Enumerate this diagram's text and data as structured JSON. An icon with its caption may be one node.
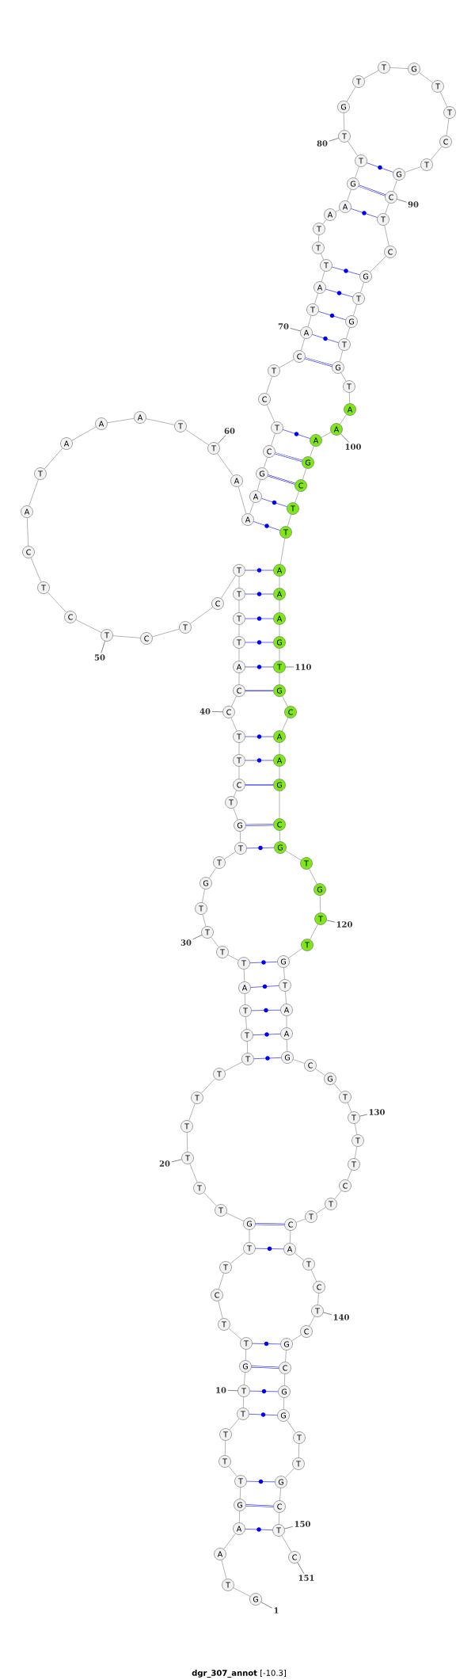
{
  "diagram": {
    "caption": "**dgr_307_annot** [-10.3]",
    "nodes": [
      {
        "text": [
          "G"
        ]
      },
      {
        "text": [
          "T"
        ]
      },
      {
        "text": [
          "A"
        ]
      },
      {
        "text": [
          "A"
        ]
      },
      {
        "text": [
          "G"
        ]
      },
      {
        "text": [
          "T"
        ]
      },
      {
        "text": [
          "T"
        ]
      },
      {
        "text": [
          "T"
        ]
      },
      {
        "text": [
          "T"
        ]
      },
      {
        "text": [
          "T"
        ]
      },
      {
        "text": [
          "G"
        ]
      },
      {
        "text": [
          "T"
        ]
      },
      {
        "text": [
          "T"
        ]
      },
      {
        "text": [
          "C"
        ]
      },
      {
        "text": [
          "T"
        ]
      },
      {
        "text": [
          "T"
        ]
      },
      {
        "text": [
          "G"
        ]
      },
      {
        "text": [
          "T"
        ]
      },
      {
        "text": [
          "T"
        ]
      },
      {
        "text": [
          "T"
        ]
      },
      {
        "text": [
          "T"
        ]
      },
      {
        "text": [
          "T"
        ]
      },
      {
        "text": [
          "T"
        ]
      },
      {
        "text": [
          "T"
        ]
      },
      {
        "text": [
          "T"
        ]
      },
      {
        "text": [
          "T"
        ]
      },
      {
        "text": [
          "A"
        ]
      },
      {
        "text": [
          "T"
        ]
      },
      {
        "text": [
          "T"
        ]
      },
      {
        "text": [
          "T"
        ]
      },
      {
        "text": [
          "T"
        ]
      },
      {
        "text": [
          "G"
        ]
      },
      {
        "text": [
          "T"
        ]
      },
      {
        "text": [
          "T"
        ]
      },
      {
        "text": [
          "G"
        ]
      },
      {
        "text": [
          "T"
        ]
      },
      {
        "text": [
          "C"
        ]
      },
      {
        "text": [
          "T"
        ]
      },
      {
        "text": [
          "T"
        ]
      },
      {
        "text": [
          "C"
        ]
      },
      {
        "text": [
          "C"
        ]
      },
      {
        "text": [
          "A"
        ]
      },
      {
        "text": [
          "T"
        ]
      },
      {
        "text": [
          "T"
        ]
      },
      {
        "text": [
          "T"
        ]
      },
      {
        "text": [
          "T"
        ]
      },
      {
        "text": [
          "C"
        ]
      },
      {
        "text": [
          "T"
        ]
      },
      {
        "text": [
          "C"
        ]
      },
      {
        "text": [
          "T"
        ]
      },
      {
        "text": [
          "C"
        ]
      },
      {
        "text": [
          "T"
        ]
      },
      {
        "text": [
          "C"
        ]
      },
      {
        "text": [
          "A"
        ]
      },
      {
        "text": [
          "T"
        ]
      },
      {
        "text": [
          "A"
        ]
      },
      {
        "text": [
          "A"
        ]
      },
      {
        "text": [
          "A"
        ]
      },
      {
        "text": [
          "T"
        ]
      },
      {
        "text": [
          "T"
        ]
      },
      {
        "text": [
          "A"
        ]
      },
      {
        "text": [
          "A"
        ]
      },
      {
        "text": [
          "A"
        ]
      },
      {
        "text": [
          "G"
        ]
      },
      {
        "text": [
          "C"
        ]
      },
      {
        "text": [
          "T"
        ]
      },
      {
        "text": [
          "C"
        ]
      },
      {
        "text": [
          "T"
        ]
      },
      {
        "text": [
          "C"
        ]
      },
      {
        "text": [
          "A"
        ]
      },
      {
        "text": [
          "T"
        ]
      },
      {
        "text": [
          "A"
        ]
      },
      {
        "text": [
          "T"
        ]
      },
      {
        "text": [
          "T"
        ]
      },
      {
        "text": [
          "T"
        ]
      },
      {
        "text": [
          "A"
        ]
      },
      {
        "text": [
          "A"
        ]
      },
      {
        "text": [
          "G"
        ]
      },
      {
        "text": [
          "T"
        ]
      },
      {
        "text": [
          "T"
        ]
      },
      {
        "text": [
          "G"
        ]
      },
      {
        "text": [
          "T"
        ]
      },
      {
        "text": [
          "T"
        ]
      },
      {
        "text": [
          "G"
        ]
      },
      {
        "text": [
          "T"
        ]
      },
      {
        "text": [
          "T"
        ]
      },
      {
        "text": [
          "C"
        ]
      },
      {
        "text": [
          "T"
        ]
      },
      {
        "text": [
          "G"
        ]
      },
      {
        "text": [
          "C"
        ]
      },
      {
        "text": [
          "T"
        ]
      },
      {
        "text": [
          "C"
        ]
      },
      {
        "text": [
          "G"
        ]
      },
      {
        "text": [
          "T"
        ]
      },
      {
        "text": [
          "G"
        ]
      },
      {
        "text": [
          "T"
        ]
      },
      {
        "text": [
          "G"
        ]
      },
      {
        "text": [
          "T"
        ]
      },
      {
        "text": [
          "A"
        ]
      },
      {
        "text": [
          "A"
        ]
      },
      {
        "text": [
          "A"
        ]
      },
      {
        "text": [
          "G"
        ]
      },
      {
        "text": [
          "C"
        ]
      },
      {
        "text": [
          "T"
        ]
      },
      {
        "text": [
          "T"
        ]
      },
      {
        "text": [
          "A"
        ]
      },
      {
        "text": [
          "A"
        ]
      },
      {
        "text": [
          "A"
        ]
      },
      {
        "text": [
          "G"
        ]
      },
      {
        "text": [
          "T"
        ]
      },
      {
        "text": [
          "G"
        ]
      },
      {
        "text": [
          "C"
        ]
      },
      {
        "text": [
          "A"
        ]
      },
      {
        "text": [
          "A"
        ]
      },
      {
        "text": [
          "G"
        ]
      },
      {
        "text": [
          "C"
        ]
      },
      {
        "text": [
          "G"
        ]
      },
      {
        "text": [
          "T"
        ]
      },
      {
        "text": [
          "G"
        ]
      },
      {
        "text": [
          "T"
        ]
      },
      {
        "text": [
          "T"
        ]
      },
      {
        "text": [
          "G"
        ]
      },
      {
        "text": [
          "T"
        ]
      },
      {
        "text": [
          "A"
        ]
      },
      {
        "text": [
          "A"
        ]
      },
      {
        "text": [
          "G"
        ]
      },
      {
        "text": [
          "C"
        ]
      },
      {
        "text": [
          "G"
        ]
      },
      {
        "text": [
          "T"
        ]
      },
      {
        "text": [
          "T"
        ]
      },
      {
        "text": [
          "T"
        ]
      },
      {
        "text": [
          "T"
        ]
      },
      {
        "text": [
          "C"
        ]
      },
      {
        "text": [
          "T"
        ]
      },
      {
        "text": [
          "T"
        ]
      },
      {
        "text": [
          "C"
        ]
      },
      {
        "text": [
          "A"
        ]
      },
      {
        "text": [
          "T"
        ]
      },
      {
        "text": [
          "C"
        ]
      },
      {
        "text": [
          "T"
        ]
      },
      {
        "text": [
          "C"
        ]
      },
      {
        "text": [
          "G"
        ]
      },
      {
        "text": [
          "C"
        ]
      },
      {
        "text": [
          "G"
        ]
      },
      {
        "text": [
          "G"
        ]
      },
      {
        "text": [
          "T"
        ]
      },
      {
        "text": [
          "T"
        ]
      },
      {
        "text": [
          "G"
        ]
      },
      {
        "text": [
          "C"
        ]
      },
      {
        "text": [
          "T"
        ]
      },
      {
        "text": [
          "C"
        ]
      },
      {
        "text": [
          "1"
        ]
      },
      {
        "text": [
          "10"
        ]
      },
      {
        "text": [
          "20"
        ]
      },
      {
        "text": [
          "30"
        ]
      },
      {
        "text": [
          "40"
        ]
      },
      {
        "text": [
          "50"
        ]
      },
      {
        "text": [
          "60"
        ]
      },
      {
        "text": [
          "70"
        ]
      },
      {
        "text": [
          "80"
        ]
      },
      {
        "text": [
          "90"
        ]
      },
      {
        "text": [
          "100"
        ]
      },
      {
        "text": [
          "110"
        ]
      },
      {
        "text": [
          "120"
        ]
      },
      {
        "text": [
          "130"
        ]
      },
      {
        "text": [
          "140"
        ]
      },
      {
        "text": [
          "150"
        ]
      },
      {
        "text": [
          "151"
        ]
      }
    ],
    "edges": [
      {
        "from": 0,
        "to": 1,
        "arrow": "none"
      },
      {
        "from": 1,
        "to": 2,
        "arrow": "none"
      },
      {
        "from": 2,
        "to": 3,
        "arrow": "none"
      },
      {
        "from": 3,
        "to": 4,
        "arrow": "none"
      },
      {
        "from": 4,
        "to": 5,
        "arrow": "none"
      },
      {
        "from": 5,
        "to": 6,
        "arrow": "none"
      },
      {
        "from": 6,
        "to": 7,
        "arrow": "none"
      },
      {
        "from": 7,
        "to": 8,
        "arrow": "none"
      },
      {
        "from": 8,
        "to": 9,
        "arrow": "none"
      },
      {
        "from": 9,
        "to": 10,
        "arrow": "none"
      },
      {
        "from": 10,
        "to": 11,
        "arrow": "none"
      },
      {
        "from": 11,
        "to": 12,
        "arrow": "none"
      },
      {
        "from": 12,
        "to": 13,
        "arrow": "none"
      },
      {
        "from": 13,
        "to": 14,
        "arrow": "none"
      },
      {
        "from": 14,
        "to": 15,
        "arrow": "none"
      },
      {
        "from": 15,
        "to": 16,
        "arrow": "none"
      },
      {
        "from": 16,
        "to": 17,
        "arrow": "none"
      },
      {
        "from": 17,
        "to": 18,
        "arrow": "none"
      },
      {
        "from": 18,
        "to": 19,
        "arrow": "none"
      },
      {
        "from": 19,
        "to": 20,
        "arrow": "none"
      },
      {
        "from": 20,
        "to": 21,
        "arrow": "none"
      },
      {
        "from": 21,
        "to": 22,
        "arrow": "none"
      },
      {
        "from": 22,
        "to": 23,
        "arrow": "none"
      },
      {
        "from": 23,
        "to": 24,
        "arrow": "none"
      },
      {
        "from": 24,
        "to": 25,
        "arrow": "none"
      },
      {
        "from": 25,
        "to": 26,
        "arrow": "none"
      },
      {
        "from": 26,
        "to": 27,
        "arrow": "none"
      },
      {
        "from": 27,
        "to": 28,
        "arrow": "none"
      },
      {
        "from": 28,
        "to": 29,
        "arrow": "none"
      },
      {
        "from": 29,
        "to": 30,
        "arrow": "none"
      },
      {
        "from": 30,
        "to": 31,
        "arrow": "none"
      },
      {
        "from": 31,
        "to": 32,
        "arrow": "none"
      },
      {
        "from": 32,
        "to": 33,
        "arrow": "none"
      },
      {
        "from": 33,
        "to": 34,
        "arrow": "none"
      },
      {
        "from": 34,
        "to": 35,
        "arrow": "none"
      },
      {
        "from": 35,
        "to": 36,
        "arrow": "none"
      },
      {
        "from": 36,
        "to": 37,
        "arrow": "none"
      },
      {
        "from": 37,
        "to": 38,
        "arrow": "none"
      },
      {
        "from": 38,
        "to": 39,
        "arrow": "none"
      },
      {
        "from": 39,
        "to": 40,
        "arrow": "none"
      },
      {
        "from": 40,
        "to": 41,
        "arrow": "none"
      },
      {
        "from": 41,
        "to": 42,
        "arrow": "none"
      },
      {
        "from": 42,
        "to": 43,
        "arrow": "none"
      },
      {
        "from": 43,
        "to": 44,
        "arrow": "none"
      },
      {
        "from": 44,
        "to": 45,
        "arrow": "none"
      },
      {
        "from": 45,
        "to": 46,
        "arrow": "none"
      },
      {
        "from": 46,
        "to": 47,
        "arrow": "none"
      },
      {
        "from": 47,
        "to": 48,
        "arrow": "none"
      },
      {
        "from": 48,
        "to": 49,
        "arrow": "none"
      },
      {
        "from": 49,
        "to": 50,
        "arrow": "none"
      },
      {
        "from": 50,
        "to": 51,
        "arrow": "none"
      },
      {
        "from": 51,
        "to": 52,
        "arrow": "none"
      },
      {
        "from": 52,
        "to": 53,
        "arrow": "none"
      },
      {
        "from": 53,
        "to": 54,
        "arrow": "none"
      },
      {
        "from": 54,
        "to": 55,
        "arrow": "none"
      },
      {
        "from": 55,
        "to": 56,
        "arrow": "none"
      },
      {
        "from": 56,
        "to": 57,
        "arrow": "none"
      },
      {
        "from": 57,
        "to": 58,
        "arrow": "none"
      },
      {
        "from": 58,
        "to": 59,
        "arrow": "none"
      },
      {
        "from": 59,
        "to": 60,
        "arrow": "none"
      },
      {
        "from": 60,
        "to": 61,
        "arrow": "none"
      },
      {
        "from": 61,
        "to": 62,
        "arrow": "none"
      },
      {
        "from": 62,
        "to": 63,
        "arrow": "none"
      },
      {
        "from": 63,
        "to": 64,
        "arrow": "none"
      },
      {
        "from": 64,
        "to": 65,
        "arrow": "none"
      },
      {
        "from": 65,
        "to": 66,
        "arrow": "none"
      },
      {
        "from": 66,
        "to": 67,
        "arrow": "none"
      },
      {
        "from": 67,
        "to": 68,
        "arrow": "none"
      },
      {
        "from": 68,
        "to": 69,
        "arrow": "none"
      },
      {
        "from": 69,
        "to": 70,
        "arrow": "none"
      },
      {
        "from": 70,
        "to": 71,
        "arrow": "none"
      },
      {
        "from": 71,
        "to": 72,
        "arrow": "none"
      },
      {
        "from": 72,
        "to": 73,
        "arrow": "none"
      },
      {
        "from": 73,
        "to": 74,
        "arrow": "none"
      },
      {
        "from": 74,
        "to": 75,
        "arrow": "none"
      },
      {
        "from": 75,
        "to": 76,
        "arrow": "none"
      },
      {
        "from": 76,
        "to": 77,
        "arrow": "none"
      },
      {
        "from": 77,
        "to": 78,
        "arrow": "none"
      },
      {
        "from": 78,
        "to": 79,
        "arrow": "none"
      },
      {
        "from": 79,
        "to": 80,
        "arrow": "none"
      },
      {
        "from": 80,
        "to": 81,
        "arrow": "none"
      },
      {
        "from": 81,
        "to": 82,
        "arrow": "none"
      },
      {
        "from": 82,
        "to": 83,
        "arrow": "none"
      },
      {
        "from": 83,
        "to": 84,
        "arrow": "none"
      },
      {
        "from": 84,
        "to": 85,
        "arrow": "none"
      },
      {
        "from": 85,
        "to": 86,
        "arrow": "none"
      },
      {
        "from": 86,
        "to": 87,
        "arrow": "none"
      },
      {
        "from": 87,
        "to": 88,
        "arrow": "none"
      },
      {
        "from": 88,
        "to": 89,
        "arrow": "none"
      },
      {
        "from": 89,
        "to": 90,
        "arrow": "none"
      },
      {
        "from": 90,
        "to": 91,
        "arrow": "none"
      },
      {
        "from": 91,
        "to": 92,
        "arrow": "none"
      },
      {
        "from": 92,
        "to": 93,
        "arrow": "none"
      },
      {
        "from": 93,
        "to": 94,
        "arrow": "none"
      },
      {
        "from": 94,
        "to": 95,
        "arrow": "none"
      },
      {
        "from": 95,
        "to": 96,
        "arrow": "none"
      },
      {
        "from": 96,
        "to": 97,
        "arrow": "none"
      },
      {
        "from": 97,
        "to": 98,
        "arrow": "none"
      },
      {
        "from": 98,
        "to": 99,
        "arrow": "none"
      },
      {
        "from": 99,
        "to": 100,
        "arrow": "none"
      },
      {
        "from": 100,
        "to": 101,
        "arrow": "none"
      },
      {
        "from": 101,
        "to": 102,
        "arrow": "none"
      },
      {
        "from": 102,
        "to": 103,
        "arrow": "none"
      },
      {
        "from": 103,
        "to": 104,
        "arrow": "none"
      },
      {
        "from": 104,
        "to": 105,
        "arrow": "none"
      },
      {
        "from": 105,
        "to": 106,
        "arrow": "none"
      },
      {
        "from": 106,
        "to": 107,
        "arrow": "none"
      },
      {
        "from": 107,
        "to": 108,
        "arrow": "none"
      },
      {
        "from": 108,
        "to": 109,
        "arrow": "none"
      },
      {
        "from": 109,
        "to": 110,
        "arrow": "none"
      },
      {
        "from": 110,
        "to": 111,
        "arrow": "none"
      },
      {
        "from": 111,
        "to": 112,
        "arrow": "none"
      },
      {
        "from": 112,
        "to": 113,
        "arrow": "none"
      },
      {
        "from": 113,
        "to": 114,
        "arrow": "none"
      },
      {
        "from": 114,
        "to": 115,
        "arrow": "none"
      },
      {
        "from": 115,
        "to": 116,
        "arrow": "none"
      },
      {
        "from": 116,
        "to": 117,
        "arrow": "none"
      },
      {
        "from": 117,
        "to": 118,
        "arrow": "none"
      },
      {
        "from": 118,
        "to": 119,
        "arrow": "none"
      },
      {
        "from": 119,
        "to": 120,
        "arrow": "none"
      },
      {
        "from": 120,
        "to": 121,
        "arrow": "none"
      },
      {
        "from": 121,
        "to": 122,
        "arrow": "none"
      },
      {
        "from": 122,
        "to": 123,
        "arrow": "none"
      },
      {
        "from": 123,
        "to": 124,
        "arrow": "none"
      },
      {
        "from": 124,
        "to": 125,
        "arrow": "none"
      },
      {
        "from": 125,
        "to": 126,
        "arrow": "none"
      },
      {
        "from": 126,
        "to": 127,
        "arrow": "none"
      },
      {
        "from": 127,
        "to": 128,
        "arrow": "none"
      },
      {
        "from": 128,
        "to": 129,
        "arrow": "none"
      },
      {
        "from": 129,
        "to": 130,
        "arrow": "none"
      },
      {
        "from": 130,
        "to": 131,
        "arrow": "none"
      },
      {
        "from": 131,
        "to": 132,
        "arrow": "none"
      },
      {
        "from": 132,
        "to": 133,
        "arrow": "none"
      },
      {
        "from": 133,
        "to": 134,
        "arrow": "none"
      },
      {
        "from": 134,
        "to": 135,
        "arrow": "none"
      },
      {
        "from": 135,
        "to": 136,
        "arrow": "none"
      },
      {
        "from": 136,
        "to": 137,
        "arrow": "none"
      },
      {
        "from": 137,
        "to": 138,
        "arrow": "none"
      },
      {
        "from": 138,
        "to": 139,
        "arrow": "none"
      },
      {
        "from": 139,
        "to": 140,
        "arrow": "none"
      },
      {
        "from": 140,
        "to": 141,
        "arrow": "none"
      },
      {
        "from": 141,
        "to": 142,
        "arrow": "none"
      },
      {
        "from": 142,
        "to": 143,
        "arrow": "none"
      },
      {
        "from": 143,
        "to": 144,
        "arrow": "none"
      },
      {
        "from": 144,
        "to": 145,
        "arrow": "none"
      },
      {
        "from": 145,
        "to": 146,
        "arrow": "none"
      },
      {
        "from": 146,
        "to": 147,
        "arrow": "none"
      },
      {
        "from": 147,
        "to": 148,
        "arrow": "none"
      },
      {
        "from": 148,
        "to": 149,
        "arrow": "none"
      },
      {
        "from": 149,
        "to": 150,
        "arrow": "none"
      },
      {
        "from": 3,
        "to": 149,
        "arrow": "none",
        "color": "#0000ff"
      },
      {
        "from": 4,
        "to": 148,
        "arrow": "none",
        "color": "#0000ff"
      },
      {
        "from": 5,
        "to": 147,
        "arrow": "none",
        "color": "#0000ff"
      },
      {
        "from": 8,
        "to": 144,
        "arrow": "none",
        "color": "#0000ff"
      },
      {
        "from": 9,
        "to": 143,
        "arrow": "none",
        "color": "#0000ff"
      },
      {
        "from": 10,
        "to": 142,
        "arrow": "none",
        "color": "#0000ff"
      },
      {
        "from": 11,
        "to": 141,
        "arrow": "none",
        "color": "#0000ff"
      },
      {
        "from": 15,
        "to": 136,
        "arrow": "none",
        "color": "#0000ff"
      },
      {
        "from": 16,
        "to": 135,
        "arrow": "none",
        "color": "#0000ff"
      },
      {
        "from": 23,
        "to": 125,
        "arrow": "none",
        "color": "#0000ff"
      },
      {
        "from": 24,
        "to": 124,
        "arrow": "none",
        "color": "#0000ff"
      },
      {
        "from": 25,
        "to": 123,
        "arrow": "none",
        "color": "#0000ff"
      },
      {
        "from": 26,
        "to": 122,
        "arrow": "none",
        "color": "#0000ff"
      },
      {
        "from": 27,
        "to": 121,
        "arrow": "none",
        "color": "#0000ff"
      },
      {
        "from": 33,
        "to": 116,
        "arrow": "none",
        "color": "#0000ff"
      },
      {
        "from": 34,
        "to": 115,
        "arrow": "none",
        "color": "#0000ff"
      },
      {
        "from": 36,
        "to": 114,
        "arrow": "none",
        "color": "#0000ff"
      },
      {
        "from": 37,
        "to": 113,
        "arrow": "none",
        "color": "#0000ff"
      },
      {
        "from": 38,
        "to": 112,
        "arrow": "none",
        "color": "#0000ff"
      },
      {
        "from": 40,
        "to": 110,
        "arrow": "none",
        "color": "#0000ff"
      },
      {
        "from": 41,
        "to": 109,
        "arrow": "none",
        "color": "#0000ff"
      },
      {
        "from": 42,
        "to": 108,
        "arrow": "none",
        "color": "#0000ff"
      },
      {
        "from": 43,
        "to": 107,
        "arrow": "none",
        "color": "#0000ff"
      },
      {
        "from": 44,
        "to": 106,
        "arrow": "none",
        "color": "#0000ff"
      },
      {
        "from": 45,
        "to": 105,
        "arrow": "none",
        "color": "#0000ff"
      },
      {
        "from": 61,
        "to": 104,
        "arrow": "none",
        "color": "#0000ff"
      },
      {
        "from": 62,
        "to": 103,
        "arrow": "none",
        "color": "#0000ff"
      },
      {
        "from": 63,
        "to": 102,
        "arrow": "none",
        "color": "#0000ff"
      },
      {
        "from": 64,
        "to": 101,
        "arrow": "none",
        "color": "#0000ff"
      },
      {
        "from": 65,
        "to": 100,
        "arrow": "none",
        "color": "#0000ff"
      },
      {
        "from": 68,
        "to": 96,
        "arrow": "none",
        "color": "#0000ff"
      },
      {
        "from": 69,
        "to": 95,
        "arrow": "none",
        "color": "#0000ff"
      },
      {
        "from": 70,
        "to": 94,
        "arrow": "none",
        "color": "#0000ff"
      },
      {
        "from": 71,
        "to": 93,
        "arrow": "none",
        "color": "#0000ff"
      },
      {
        "from": 72,
        "to": 92,
        "arrow": "none",
        "color": "#0000ff"
      },
      {
        "from": 76,
        "to": 90,
        "arrow": "none",
        "color": "#0000ff"
      },
      {
        "from": 77,
        "to": 89,
        "arrow": "none",
        "color": "#0000ff"
      },
      {
        "from": 78,
        "to": 88,
        "arrow": "none",
        "color": "#0000ff"
      },
      {
        "from": 151,
        "to": 0,
        "arrow": "none",
        "color": "#333333"
      },
      {
        "from": 152,
        "to": 9,
        "arrow": "none",
        "color": "#333333"
      },
      {
        "from": 153,
        "to": 19,
        "arrow": "none",
        "color": "#333333"
      },
      {
        "from": 154,
        "to": 29,
        "arrow": "none",
        "color": "#333333"
      },
      {
        "from": 155,
        "to": 39,
        "arrow": "none",
        "color": "#333333"
      },
      {
        "from": 156,
        "to": 49,
        "arrow": "none",
        "color": "#333333"
      },
      {
        "from": 157,
        "to": 59,
        "arrow": "none",
        "color": "#333333"
      },
      {
        "from": 158,
        "to": 69,
        "arrow": "none",
        "color": "#333333"
      },
      {
        "from": 159,
        "to": 79,
        "arrow": "none",
        "color": "#333333"
      },
      {
        "from": 160,
        "to": 89,
        "arrow": "none",
        "color": "#333333"
      },
      {
        "from": 161,
        "to": 99,
        "arrow": "none",
        "color": "#333333"
      },
      {
        "from": 162,
        "to": 109,
        "arrow": "none",
        "color": "#333333"
      },
      {
        "from": 163,
        "to": 119,
        "arrow": "none",
        "color": "#333333"
      },
      {
        "from": 164,
        "to": 129,
        "arrow": "none",
        "color": "#333333"
      },
      {
        "from": 165,
        "to": 139,
        "arrow": "none",
        "color": "#333333"
      },
      {
        "from": 166,
        "to": 149,
        "arrow": "none",
        "color": "#333333"
      },
      {
        "from": 167,
        "to": 150,
        "arrow": "none",
        "color": "#333333"
      }
    ]
  }
}
